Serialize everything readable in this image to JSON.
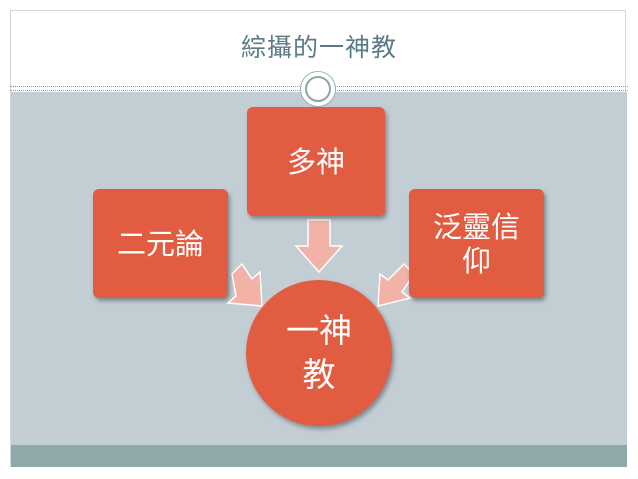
{
  "slide": {
    "title": "綜攝的一神教"
  },
  "diagram": {
    "center": "一神\n教",
    "nodes": {
      "top": "多神",
      "left": "二元論",
      "right": "泛靈信仰"
    }
  },
  "colors": {
    "node_fill": "#e15c40",
    "arrow_fill": "#f2b2a7",
    "background_band": "#c3ced4",
    "footer_bar": "#8fa8a8",
    "title_text": "#5b7a85"
  }
}
